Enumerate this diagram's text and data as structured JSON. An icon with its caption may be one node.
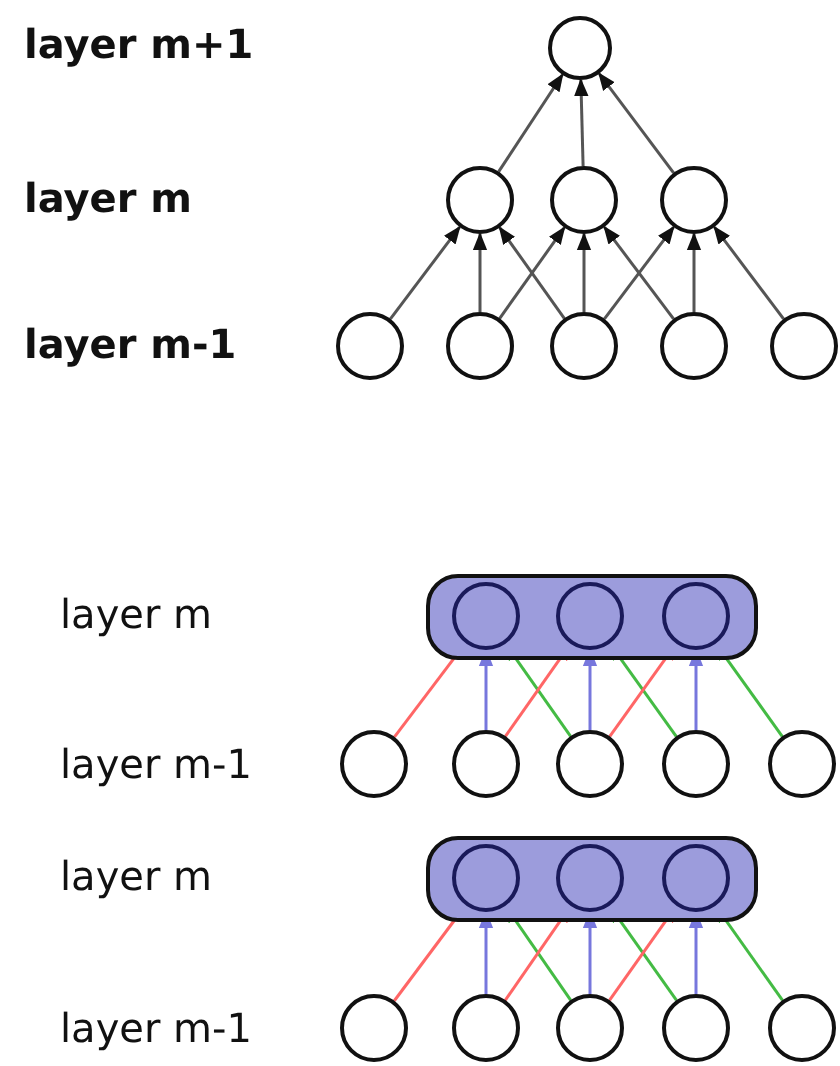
{
  "diagram": {
    "nodes": [
      {
        "text": [],
        "shape": "circle"
      },
      {
        "text": [],
        "shape": "circle"
      },
      {
        "text": [],
        "shape": "circle"
      },
      {
        "text": [],
        "shape": "circle"
      },
      {
        "text": [],
        "shape": "circle"
      },
      {
        "text": [],
        "shape": "circle"
      },
      {
        "text": [],
        "shape": "circle"
      },
      {
        "text": [],
        "shape": "circle"
      },
      {
        "text": [],
        "shape": "circle"
      },
      {
        "text": [],
        "shape": "box"
      },
      {
        "text": [],
        "shape": "circle",
        "in": 9
      },
      {
        "text": [],
        "shape": "circle",
        "in": 9
      },
      {
        "text": [],
        "shape": "circle",
        "in": 9
      },
      {
        "text": [],
        "shape": "circle"
      },
      {
        "text": [],
        "shape": "circle"
      },
      {
        "text": [],
        "shape": "circle"
      },
      {
        "text": [],
        "shape": "circle"
      },
      {
        "text": [],
        "shape": "circle"
      },
      {
        "text": [],
        "shape": "box"
      },
      {
        "text": [],
        "shape": "circle",
        "in": 18
      },
      {
        "text": [],
        "shape": "circle",
        "in": 18
      },
      {
        "text": [],
        "shape": "circle",
        "in": 18
      },
      {
        "text": [],
        "shape": "circle"
      },
      {
        "text": [],
        "shape": "circle"
      },
      {
        "text": [],
        "shape": "circle"
      },
      {
        "text": [],
        "shape": "circle"
      },
      {
        "text": [],
        "shape": "circle"
      }
    ],
    "edges": [
      {
        "from": 1,
        "to": 0,
        "arrow": "to"
      },
      {
        "from": 2,
        "to": 0,
        "arrow": "to"
      },
      {
        "from": 3,
        "to": 0,
        "arrow": "to"
      },
      {
        "from": 4,
        "to": 1,
        "arrow": "to"
      },
      {
        "from": 5,
        "to": 1,
        "arrow": "to"
      },
      {
        "from": 6,
        "to": 1,
        "arrow": "to"
      },
      {
        "from": 5,
        "to": 2,
        "arrow": "to"
      },
      {
        "from": 6,
        "to": 2,
        "arrow": "to"
      },
      {
        "from": 7,
        "to": 2,
        "arrow": "to"
      },
      {
        "from": 6,
        "to": 3,
        "arrow": "to"
      },
      {
        "from": 7,
        "to": 3,
        "arrow": "to"
      },
      {
        "from": 8,
        "to": 3,
        "arrow": "to"
      },
      {
        "from": 13,
        "to": 10,
        "arrow": "to",
        "color": "#ff6666"
      },
      {
        "from": 14,
        "to": 10,
        "arrow": "to",
        "color": "#7777dd"
      },
      {
        "from": 15,
        "to": 10,
        "arrow": "to",
        "color": "#44bb44"
      },
      {
        "from": 14,
        "to": 11,
        "arrow": "to",
        "color": "#ff6666"
      },
      {
        "from": 15,
        "to": 11,
        "arrow": "to",
        "color": "#7777dd"
      },
      {
        "from": 16,
        "to": 11,
        "arrow": "to",
        "color": "#44bb44"
      },
      {
        "from": 15,
        "to": 12,
        "arrow": "to",
        "color": "#ff6666"
      },
      {
        "from": 16,
        "to": 12,
        "arrow": "to",
        "color": "#7777dd"
      },
      {
        "from": 17,
        "to": 12,
        "arrow": "to",
        "color": "#44bb44"
      },
      {
        "from": 22,
        "to": 19,
        "arrow": "to",
        "color": "#ff6666"
      },
      {
        "from": 23,
        "to": 19,
        "arrow": "to",
        "color": "#7777dd"
      },
      {
        "from": 24,
        "to": 19,
        "arrow": "to",
        "color": "#44bb44"
      },
      {
        "from": 23,
        "to": 20,
        "arrow": "to",
        "color": "#ff6666"
      },
      {
        "from": 24,
        "to": 20,
        "arrow": "to",
        "color": "#7777dd"
      },
      {
        "from": 25,
        "to": 20,
        "arrow": "to",
        "color": "#44bb44"
      },
      {
        "from": 24,
        "to": 21,
        "arrow": "to",
        "color": "#ff6666"
      },
      {
        "from": 25,
        "to": 21,
        "arrow": "to",
        "color": "#7777dd"
      },
      {
        "from": 26,
        "to": 21,
        "arrow": "to",
        "color": "#44bb44"
      }
    ],
    "labels": [
      "layer m+1",
      "layer m",
      "layer m-1",
      "layer m",
      "layer m-1",
      "layer m",
      "layer m-1"
    ]
  }
}
